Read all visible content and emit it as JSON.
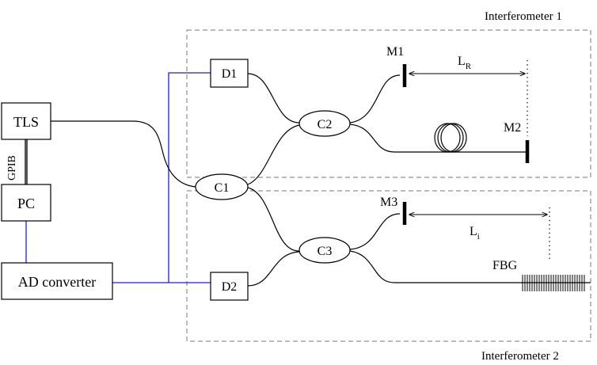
{
  "interferometers": {
    "one": "Interferometer 1",
    "two": "Interferometer 2"
  },
  "devices": {
    "tls": "TLS",
    "gpib": "GPIB",
    "pc": "PC",
    "ad_converter": "AD converter",
    "d1": "D1",
    "d2": "D2"
  },
  "couplers": {
    "c1": "C1",
    "c2": "C2",
    "c3": "C3"
  },
  "mirrors": {
    "m1": "M1",
    "m2": "M2",
    "m3": "M3"
  },
  "lengths": {
    "reference": {
      "base": "L",
      "sub": "R"
    },
    "interrogation": {
      "base": "L",
      "sub": "i"
    }
  },
  "grating": "FBG",
  "colors": {
    "fiber": "#000000",
    "electrical": "#1f1fd0",
    "dashed_box": "#777777"
  }
}
